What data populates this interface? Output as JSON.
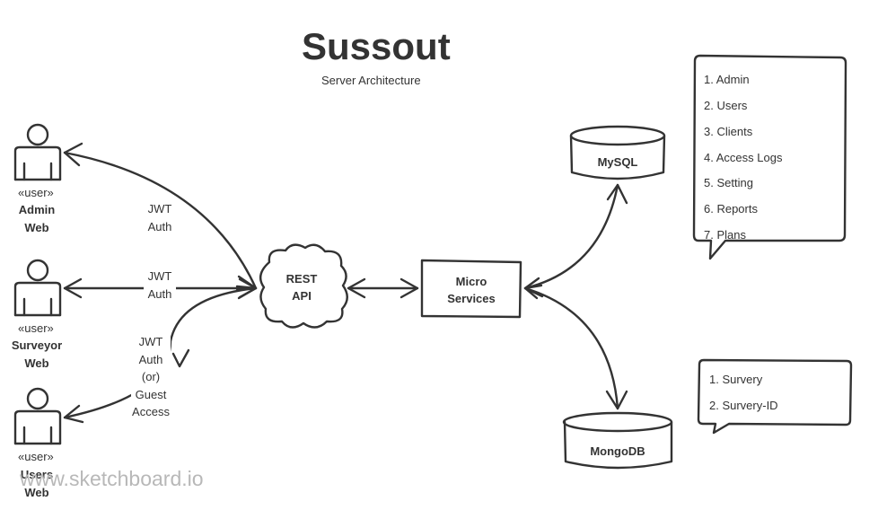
{
  "title": "Sussout",
  "subtitle": "Server Architecture",
  "actors": [
    {
      "stereotype": "«user»",
      "name_line1": "Admin",
      "name_line2": "Web"
    },
    {
      "stereotype": "«user»",
      "name_line1": "Surveyor",
      "name_line2": "Web"
    },
    {
      "stereotype": "«user»",
      "name_line1": "Users",
      "name_line2": "Web"
    }
  ],
  "edges": [
    {
      "lines": [
        "JWT",
        "Auth"
      ]
    },
    {
      "lines": [
        "JWT",
        "Auth"
      ]
    },
    {
      "lines": [
        "JWT",
        "Auth",
        "(or)",
        "Guest",
        "Access"
      ]
    }
  ],
  "nodes": {
    "rest_api": {
      "line1": "REST",
      "line2": "API"
    },
    "micro_services": {
      "line1": "Micro",
      "line2": "Services"
    },
    "mysql": {
      "label": "MySQL"
    },
    "mongodb": {
      "label": "MongoDB"
    }
  },
  "notes": {
    "mysql_tables": [
      "1. Admin",
      "2. Users",
      "3. Clients",
      "4. Access Logs",
      "5. Setting",
      "6. Reports",
      "7. Plans"
    ],
    "mongodb_collections": [
      "1. Survery",
      "2. Survery-ID"
    ]
  },
  "watermark": "www.sketchboard.io",
  "colors": {
    "stroke": "#333333",
    "text": "#333333",
    "watermark": "#b8b8b8",
    "background": "#ffffff"
  }
}
